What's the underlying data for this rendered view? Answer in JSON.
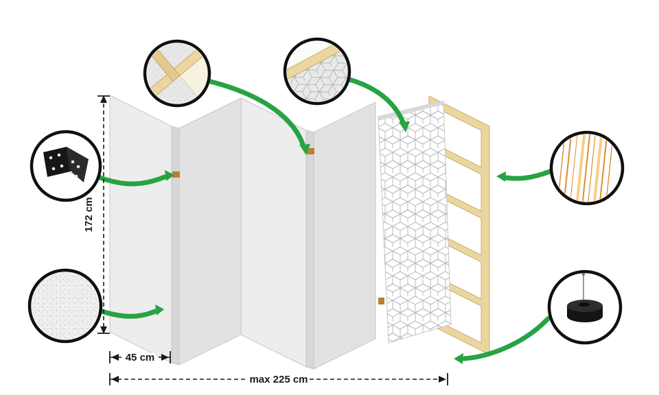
{
  "title": "Folding screen construction diagram",
  "labels": {
    "height": "172 cm",
    "panel_width": "45 cm",
    "max_width": "max 225 cm"
  },
  "colors": {
    "arrow_green": "#27a343",
    "panel_front": "#ededed",
    "panel_back": "#e2e2e2",
    "panel_edge": "#d7d7d7",
    "pattern_line": "#b5b9c0",
    "frame_wood": "#ecd6a0",
    "frame_wood_outline": "#c8a96a",
    "plywood": "#f2a94c",
    "hinge_metal": "#1a1a1a",
    "outline_black": "#101010"
  },
  "panels": {
    "count": 5,
    "patterned_panels": 1
  },
  "callouts": [
    {
      "id": "hinge",
      "icon": "hinge-icon"
    },
    {
      "id": "frame-corner",
      "icon": "frame-corner-icon"
    },
    {
      "id": "pattern-corner",
      "icon": "pattern-corner-icon"
    },
    {
      "id": "fabric",
      "icon": "fabric-texture-icon"
    },
    {
      "id": "plywood",
      "icon": "wood-texture-icon"
    },
    {
      "id": "foot",
      "icon": "foot-icon"
    }
  ]
}
